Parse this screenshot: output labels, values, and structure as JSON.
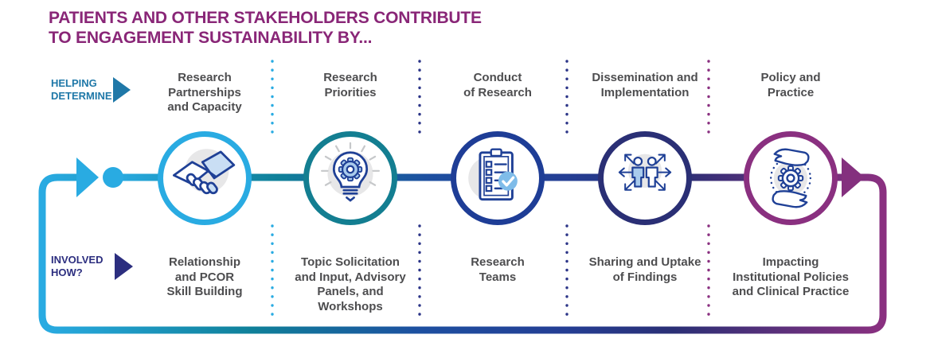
{
  "title": "PATIENTS AND OTHER STAKEHOLDERS CONTRIBUTE\nTO ENGAGEMENT SUSTAINABILITY BY...",
  "side_labels": {
    "helping_determine": "HELPING\nDETERMINE",
    "involved_how": "INVOLVED\nHOW?"
  },
  "columns": [
    {
      "stage": "Research\nPartnerships\nand Capacity",
      "involvement": "Relationship\nand PCOR\nSkill Building",
      "icon": "handshake-icon",
      "ring_color": "#29ABE2",
      "ring_style": "border-color:#29ABE2"
    },
    {
      "stage": "Research\nPriorities",
      "involvement": "Topic Solicitation\nand Input, Advisory\nPanels, and\nWorkshops",
      "icon": "lightbulb-gear-icon",
      "ring_color": "#137E91",
      "ring_style": "border-color:#137E91"
    },
    {
      "stage": "Conduct\nof Research",
      "involvement": "Research\nTeams",
      "icon": "clipboard-checklist-icon",
      "ring_color": "#1E3D96",
      "ring_style": "border-color:#1E3D96"
    },
    {
      "stage": "Dissemination and\nImplementation",
      "involvement": "Sharing and Uptake\nof Findings",
      "icon": "people-arrows-icon",
      "ring_color": "#2A2F75",
      "ring_style": "border-color:#2A2F75"
    },
    {
      "stage": "Policy and\nPractice",
      "involvement": "Impacting\nInstitutional Policies\nand Clinical Practice",
      "icon": "hands-gear-icon",
      "ring_color": "#8A3080",
      "ring_style": "border-color:#8A3080"
    }
  ],
  "colors": {
    "title_text": "#892677",
    "helping_determine": "#1F78A8",
    "involved_how": "#2C2E7F",
    "column_label_text": "#4D4D4F",
    "flow_start_blue": "#29ABE2",
    "flow_teal": "#0F8099",
    "flow_navy": "#1D4FA0",
    "flow_indigo": "#2A2F75",
    "flow_end_purple": "#8A3080",
    "icon_outline_navy": "#1F4096",
    "icon_fill_light_blue": "#A9CBEC",
    "icon_inner_gray": "#E7E7E8"
  }
}
